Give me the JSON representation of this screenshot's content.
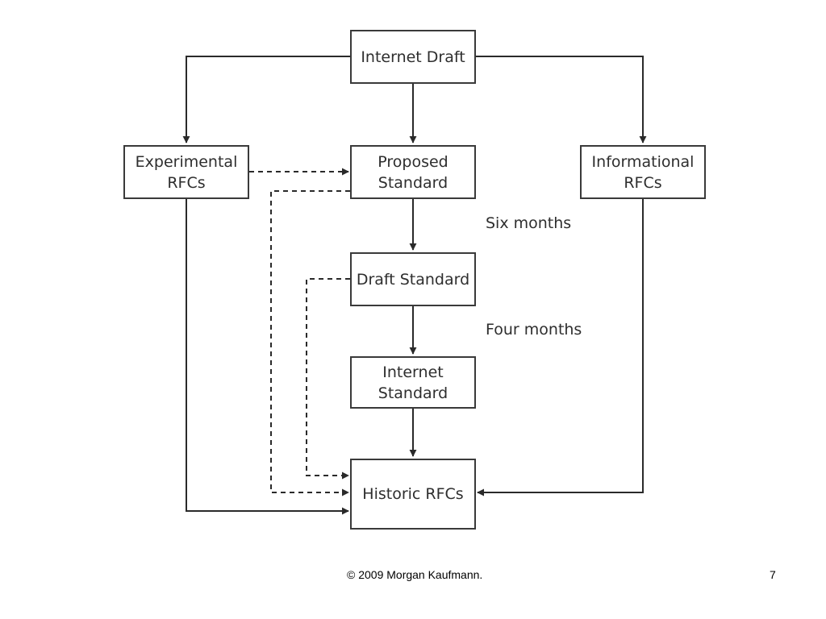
{
  "diagram": {
    "nodes": {
      "internet_draft": "Internet Draft",
      "experimental_rfcs": [
        "Experimental",
        "RFCs"
      ],
      "proposed_standard": [
        "Proposed",
        "Standard"
      ],
      "informational_rfcs": [
        "Informational",
        "RFCs"
      ],
      "draft_standard": "Draft Standard",
      "internet_standard": [
        "Internet",
        "Standard"
      ],
      "historic_rfcs": "Historic RFCs"
    },
    "labels": {
      "six_months": "Six months",
      "four_months": "Four months"
    },
    "colors": {
      "line": "#2a2a2a",
      "box_border": "#3a3a3a"
    }
  },
  "footer": {
    "copyright": "© 2009 Morgan Kaufmann.",
    "slide_number": "7"
  }
}
